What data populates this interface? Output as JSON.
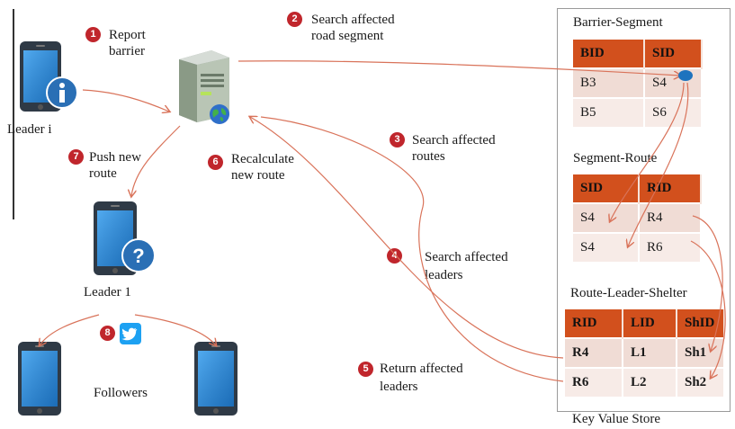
{
  "labels": {
    "leader_i": "Leader i",
    "leader_1": "Leader 1",
    "followers": "Followers",
    "key_value_store": "Key Value Store"
  },
  "steps": [
    {
      "num": "1",
      "lines": [
        "Report",
        "barrier"
      ]
    },
    {
      "num": "2",
      "lines": [
        "Search affected",
        "road segment"
      ]
    },
    {
      "num": "3",
      "lines": [
        "Search affected",
        "routes"
      ]
    },
    {
      "num": "4",
      "lines": [
        "Search affected",
        "leaders"
      ]
    },
    {
      "num": "5",
      "lines": [
        "Return affected",
        "leaders"
      ]
    },
    {
      "num": "6",
      "lines": [
        "Recalculate",
        "new route"
      ]
    },
    {
      "num": "7",
      "lines": [
        "Push new",
        "route"
      ]
    },
    {
      "num": "8",
      "lines": []
    }
  ],
  "tables": {
    "barrier_segment": {
      "title": "Barrier-Segment",
      "headers": [
        "BID",
        "SID"
      ],
      "rows": [
        [
          "B3",
          "S4"
        ],
        [
          "B5",
          "S6"
        ]
      ]
    },
    "segment_route": {
      "title": "Segment-Route",
      "headers": [
        "SID",
        "RID"
      ],
      "rows": [
        [
          "S4",
          "R4"
        ],
        [
          "S4",
          "R6"
        ]
      ]
    },
    "route_leader_shelter": {
      "title": "Route-Leader-Shelter",
      "headers": [
        "RID",
        "LID",
        "ShID"
      ],
      "rows": [
        [
          "R4",
          "L1",
          "Sh1"
        ],
        [
          "R6",
          "L2",
          "Sh2"
        ]
      ]
    }
  },
  "colors": {
    "accent": "#d2501d",
    "step_badge": "#c0262c",
    "arrow": "#d9735a",
    "phone": "#1e73be",
    "info_badge": "#2a6fb5",
    "twitter": "#1da1f2"
  },
  "icons": [
    "phone-icon",
    "info-icon",
    "question-icon",
    "server-icon",
    "globe-icon",
    "twitter-icon"
  ]
}
